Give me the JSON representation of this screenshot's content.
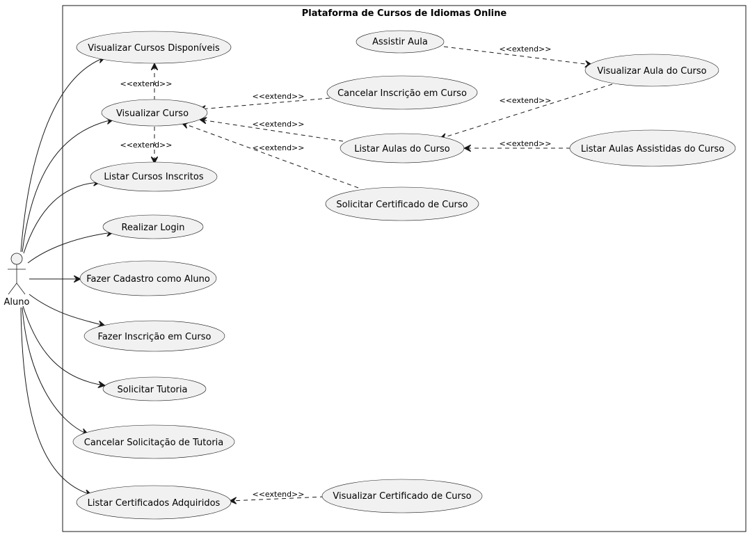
{
  "system": {
    "title": "Plataforma de Cursos de Idiomas Online"
  },
  "actor": {
    "name": "Aluno"
  },
  "relationship_label": "<<extend>>",
  "use_cases": {
    "visualizar_cursos_disponiveis": "Visualizar Cursos Disponíveis",
    "visualizar_curso": "Visualizar Curso",
    "listar_cursos_inscritos": "Listar Cursos Inscritos",
    "realizar_login": "Realizar Login",
    "fazer_cadastro": "Fazer Cadastro como Aluno",
    "fazer_inscricao": "Fazer Inscrição em Curso",
    "solicitar_tutoria": "Solicitar Tutoria",
    "cancelar_solicitacao_tutoria": "Cancelar Solicitação de Tutoria",
    "listar_certificados": "Listar Certificados Adquiridos",
    "assistir_aula": "Assistir Aula",
    "visualizar_aula": "Visualizar Aula do Curso",
    "cancelar_inscricao": "Cancelar Inscrição em Curso",
    "listar_aulas": "Listar Aulas do Curso",
    "listar_aulas_assistidas": "Listar Aulas Assistidas do Curso",
    "solicitar_certificado": "Solicitar Certificado de Curso",
    "visualizar_certificado": "Visualizar Certificado de Curso"
  },
  "associations": [
    {
      "from": "actor",
      "to": "visualizar_cursos_disponiveis"
    },
    {
      "from": "actor",
      "to": "visualizar_curso"
    },
    {
      "from": "actor",
      "to": "listar_cursos_inscritos"
    },
    {
      "from": "actor",
      "to": "realizar_login"
    },
    {
      "from": "actor",
      "to": "fazer_cadastro"
    },
    {
      "from": "actor",
      "to": "fazer_inscricao"
    },
    {
      "from": "actor",
      "to": "solicitar_tutoria"
    },
    {
      "from": "actor",
      "to": "cancelar_solicitacao_tutoria"
    },
    {
      "from": "actor",
      "to": "listar_certificados"
    }
  ],
  "extends": [
    {
      "from": "visualizar_curso",
      "to": "visualizar_cursos_disponiveis"
    },
    {
      "from": "visualizar_curso",
      "to": "listar_cursos_inscritos"
    },
    {
      "from": "cancelar_inscricao",
      "to": "visualizar_curso"
    },
    {
      "from": "listar_aulas",
      "to": "visualizar_curso"
    },
    {
      "from": "solicitar_certificado",
      "to": "visualizar_curso"
    },
    {
      "from": "assistir_aula",
      "to": "visualizar_aula"
    },
    {
      "from": "visualizar_aula",
      "to": "listar_aulas"
    },
    {
      "from": "listar_aulas_assistidas",
      "to": "listar_aulas"
    },
    {
      "from": "visualizar_certificado",
      "to": "listar_certificados"
    }
  ]
}
